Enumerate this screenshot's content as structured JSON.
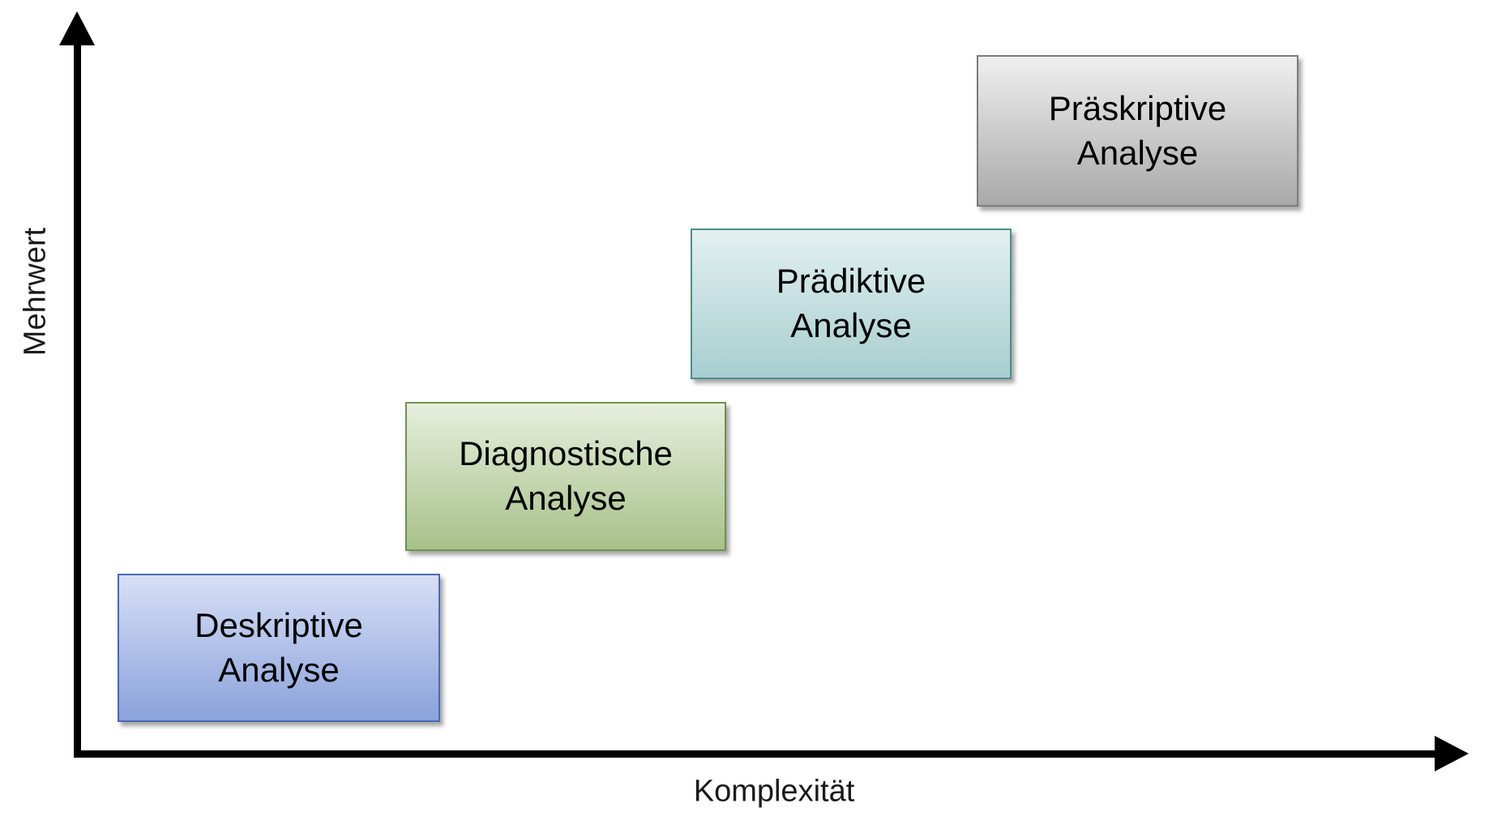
{
  "diagram": {
    "background": "#ffffff",
    "text_color": "#000000",
    "axes": {
      "color": "#000000",
      "y_label": "Mehrwert",
      "x_label": "Komplexität"
    },
    "boxes": [
      {
        "id": "deskriptive-analyse",
        "line1": "Deskriptive",
        "line2": "Analyse",
        "colors": {
          "top": "#d7dff5",
          "bottom": "#8aa2dc",
          "border": "#4a69b2"
        }
      },
      {
        "id": "diagnostische-analyse",
        "line1": "Diagnostische",
        "line2": "Analyse",
        "colors": {
          "top": "#e7efdd",
          "bottom": "#a7c18a",
          "border": "#6f9050"
        }
      },
      {
        "id": "praediktive-analyse",
        "line1": "Prädiktive",
        "line2": "Analyse",
        "colors": {
          "top": "#e3f0f0",
          "bottom": "#a8cecf",
          "border": "#4d8d8f"
        }
      },
      {
        "id": "praeskriptive-analyse",
        "line1": "Präskriptive",
        "line2": "Analyse",
        "colors": {
          "top": "#efefef",
          "bottom": "#a9a9a9",
          "border": "#7c7c7c"
        }
      }
    ]
  }
}
